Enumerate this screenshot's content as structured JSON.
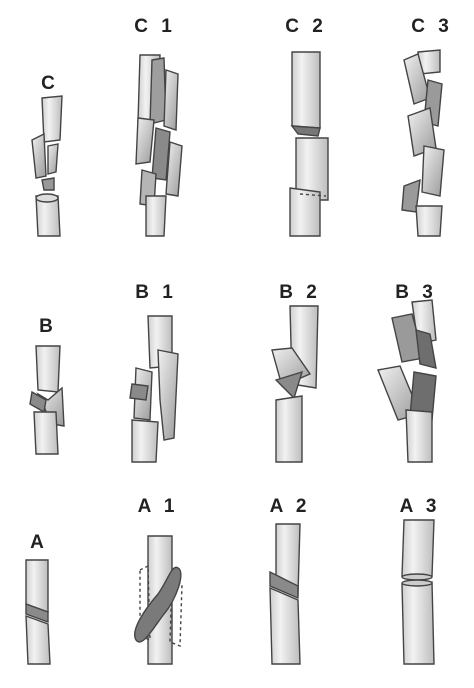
{
  "labels": {
    "c": "C",
    "c1": "C 1",
    "c2": "C 2",
    "c3": "C 3",
    "b": "B",
    "b1": "B 1",
    "b2": "B 2",
    "b3": "B 3",
    "a": "A",
    "a1": "A 1",
    "a2": "A 2",
    "a3": "A 3"
  },
  "colors": {
    "bone_fill": "#e4e4e4",
    "outline": "#444444",
    "fragment_dark": "#8a8a8a",
    "fragment_mid": "#b8b8b8"
  }
}
